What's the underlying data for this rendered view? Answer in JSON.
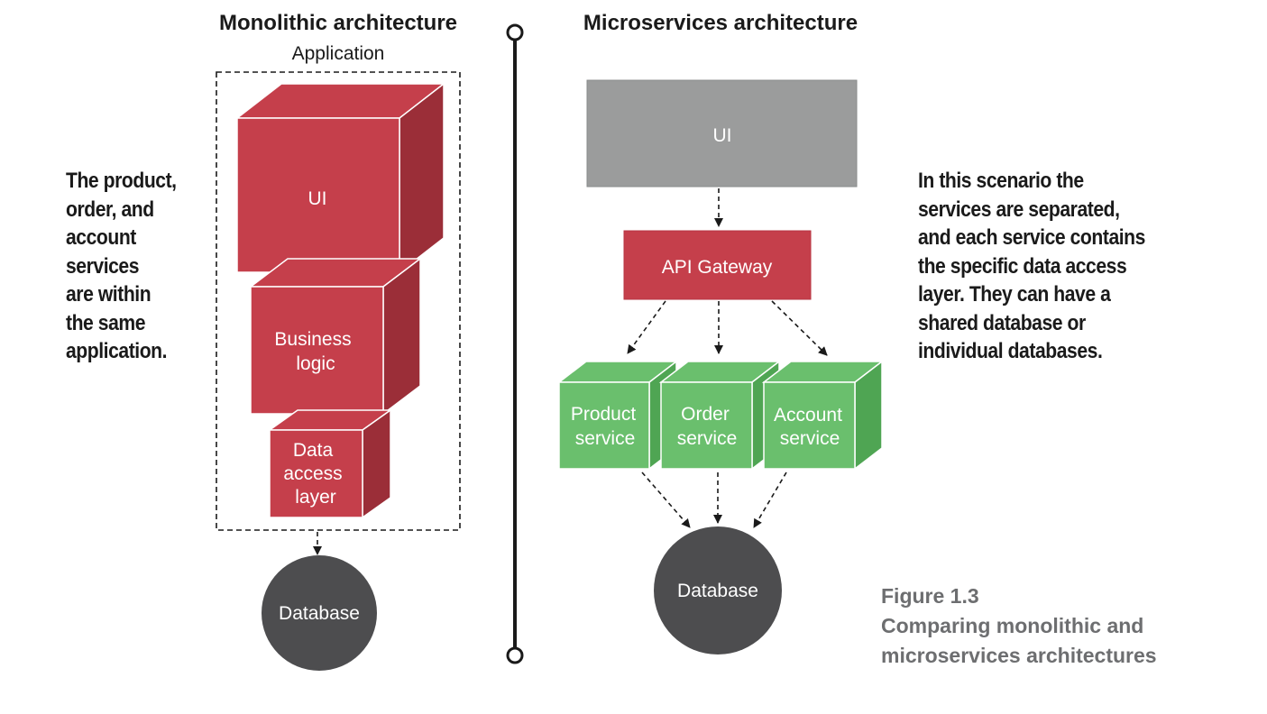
{
  "monolith": {
    "title": "Monolithic architecture",
    "application_label": "Application",
    "ui_label": "UI",
    "business_logic_lines": [
      "Business",
      "logic"
    ],
    "data_access_lines": [
      "Data",
      "access",
      "layer"
    ],
    "database_label": "Database",
    "note_lines": [
      "The product,",
      "order, and",
      "account",
      "services",
      "are within",
      "the same",
      "application."
    ]
  },
  "microservices": {
    "title": "Microservices architecture",
    "ui_label": "UI",
    "gateway_label": "API Gateway",
    "services": [
      {
        "lines": [
          "Product",
          "service"
        ]
      },
      {
        "lines": [
          "Order",
          "service"
        ]
      },
      {
        "lines": [
          "Account",
          "service"
        ]
      }
    ],
    "database_label": "Database",
    "note_lines": [
      "In this scenario the",
      "services are separated,",
      "and each service contains",
      "the specific data access",
      "layer. They can have a",
      "shared database or",
      "individual databases."
    ]
  },
  "figure": {
    "number": "Figure 1.3",
    "caption_lines": [
      "Comparing monolithic and",
      "microservices architectures"
    ]
  },
  "colors": {
    "red_front": "#c53f4b",
    "green_front": "#6abf6d",
    "gray_box": "#9b9c9c",
    "database": "#4d4d4f",
    "caption": "#6d6e70"
  }
}
